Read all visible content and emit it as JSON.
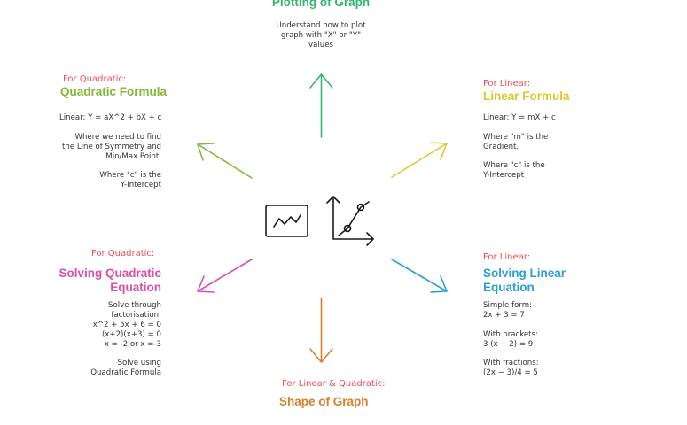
{
  "colors": {
    "tag": "#ef4b5a",
    "plotting": "#34b673",
    "quadratic_formula": "#84b837",
    "linear_formula": "#dcc82c",
    "solving_quadratic": "#d94fa9",
    "solving_linear": "#2a9fd6",
    "shape": "#d97f2c",
    "body_text": "#333333"
  },
  "icons": [
    "chart-card-icon",
    "line-graph-icon"
  ],
  "nodes": {
    "plotting": {
      "title": "Plotting of Graph",
      "body": "Understand how to plot\ngraph with \"X\" or \"Y\"\nvalues"
    },
    "quadratic_formula": {
      "tag": "For Quadratic:",
      "title": "Quadratic Formula",
      "line1": "Linear: Y = aX^2 + bX + c",
      "line2": "Where we need to find\nthe Line of Symmetry and\nMin/Max Point.",
      "line3": "Where \"c\" is the\nY-Intercept"
    },
    "linear_formula": {
      "tag": "For Linear:",
      "title": "Linear Formula",
      "line1": "Linear: Y = mX + c",
      "line2": "Where \"m\" is the\nGradient.",
      "line3": "Where \"c\" is the\nY-Intercept"
    },
    "solving_quadratic": {
      "tag": "For Quadratic:",
      "title": "Solving Quadratic\nEquation",
      "line1": "Solve through\nfactorisation:\nx^2 + 5x + 6 = 0\n(x+2)(x+3) = 0\nx = -2 or x =-3",
      "line2": "Solve using\nQuadratic Formula"
    },
    "solving_linear": {
      "tag": "For Linear:",
      "title": "Solving Linear\nEquation",
      "line1": "Simple form:\n2x + 3 = 7",
      "line2": "With brackets:\n3 (x − 2) = 9",
      "line3": "With fractions:\n(2x − 3)/4 = 5"
    },
    "shape": {
      "tag": "For Linear & Quadratic:",
      "title": "Shape of Graph"
    }
  }
}
